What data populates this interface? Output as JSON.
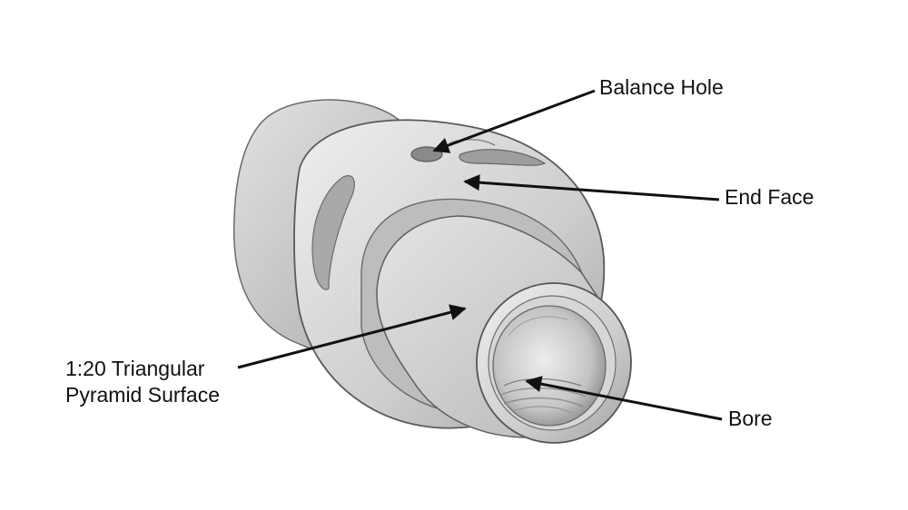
{
  "labels": {
    "balance_hole": "Balance Hole",
    "end_face": "End Face",
    "bore": "Bore",
    "pyramid_line1": "1:20 Triangular",
    "pyramid_line2": "Pyramid Surface"
  },
  "colors": {
    "background": "#ffffff",
    "part_body": "#c9c9c9",
    "part_shadow": "#8f8f8f",
    "part_edge": "#5a5a5a",
    "arrow": "#111111"
  }
}
